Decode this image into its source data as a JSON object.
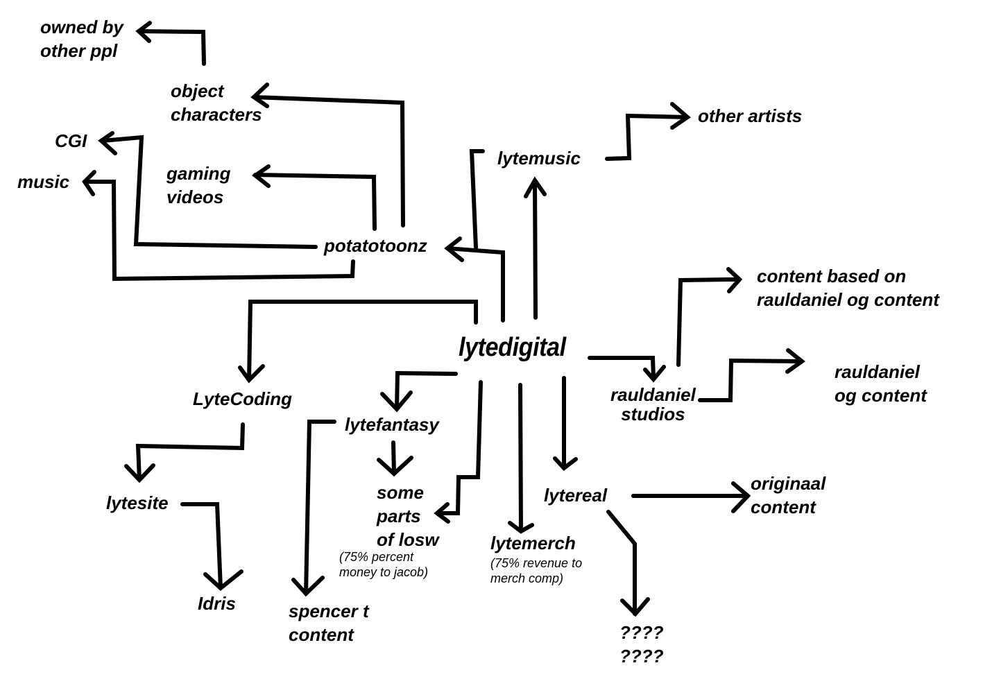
{
  "diagram": {
    "root": "lytedigital",
    "nodes": {
      "owned_by_other_ppl": [
        "owned by",
        "other ppl"
      ],
      "object_characters": [
        "object",
        "characters"
      ],
      "cgi": [
        "CGI"
      ],
      "music": [
        "music"
      ],
      "gaming_videos": [
        "gaming",
        "videos"
      ],
      "potatotoonz": [
        "potatotoonz"
      ],
      "lytemusic": [
        "lytemusic"
      ],
      "other_artists": [
        "other artists"
      ],
      "content_based_on": [
        "content based on",
        "rauldaniel og content"
      ],
      "rauldaniel_studios": [
        "rauldaniel",
        "studios"
      ],
      "rauldaniel_og_content": [
        "rauldaniel",
        "og content"
      ],
      "lytecoding": [
        "LyteCoding"
      ],
      "lytefantasy": [
        "lytefantasy"
      ],
      "some_parts_of_losw": [
        "some",
        "parts",
        "of losw"
      ],
      "lytesite": [
        "lytesite"
      ],
      "idris": [
        "Idris"
      ],
      "spencer_t_content": [
        "spencer t",
        "content"
      ],
      "lytemerch": [
        "lytemerch"
      ],
      "lytereal": [
        "lytereal"
      ],
      "originaal_content": [
        "originaal",
        "content"
      ],
      "unknown": [
        "????",
        "????"
      ]
    },
    "notes": {
      "losw_note": [
        "(75% percent",
        "money to jacob)"
      ],
      "merch_note": [
        "(75% revenue to",
        "merch comp)"
      ]
    },
    "edges": [
      {
        "from": "lytedigital",
        "to": "potatotoonz"
      },
      {
        "from": "lytedigital",
        "to": "lytemusic"
      },
      {
        "from": "lytedigital",
        "to": "LyteCoding"
      },
      {
        "from": "lytedigital",
        "to": "lytefantasy"
      },
      {
        "from": "lytedigital",
        "to": "some parts of losw"
      },
      {
        "from": "lytedigital",
        "to": "lytemerch"
      },
      {
        "from": "lytedigital",
        "to": "lytereal"
      },
      {
        "from": "lytedigital",
        "to": "rauldaniel studios"
      },
      {
        "from": "potatotoonz",
        "to": "object characters"
      },
      {
        "from": "potatotoonz",
        "to": "gaming videos"
      },
      {
        "from": "potatotoonz",
        "to": "CGI"
      },
      {
        "from": "potatotoonz",
        "to": "music"
      },
      {
        "from": "object characters",
        "to": "owned by other ppl"
      },
      {
        "from": "lytemusic",
        "to": "other artists"
      },
      {
        "from": "rauldaniel studios",
        "to": "content based on rauldaniel og content"
      },
      {
        "from": "rauldaniel studios",
        "to": "rauldaniel og content"
      },
      {
        "from": "LyteCoding",
        "to": "lytesite"
      },
      {
        "from": "lytesite",
        "to": "Idris"
      },
      {
        "from": "lytefantasy",
        "to": "some parts of losw"
      },
      {
        "from": "lytefantasy",
        "to": "spencer t content"
      },
      {
        "from": "lytereal",
        "to": "originaal content"
      },
      {
        "from": "lytereal",
        "to": "????"
      }
    ]
  }
}
